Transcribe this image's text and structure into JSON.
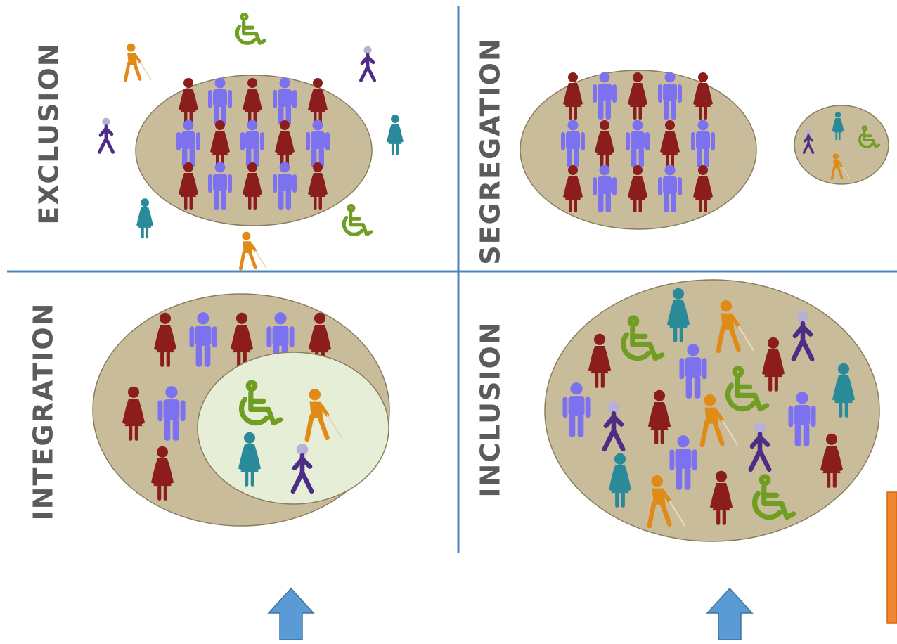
{
  "quadrants": {
    "exclusion": {
      "label": "EXCLUSION"
    },
    "segregation": {
      "label": "SEGREGATION"
    },
    "integration": {
      "label": "INTEGRATION"
    },
    "inclusion": {
      "label": "INCLUSION"
    }
  },
  "colors": {
    "outer_circle": "#c8bc9b",
    "inner_circle": "#e6eed7",
    "divider": "#4f86b9",
    "woman": "#8c1d1d",
    "man": "#7c72f0",
    "wheelchair": "#6f9e23",
    "blind": "#e08a17",
    "teal": "#2a8a99",
    "walker": "#4d2d86",
    "arrow": "#5b9bd5",
    "orange_bar": "#ef8630",
    "label": "#5b5b5b"
  },
  "icons": [
    "woman-icon",
    "man-icon",
    "wheelchair-icon",
    "blind-person-icon",
    "teal-woman-icon",
    "walking-person-icon",
    "up-arrow-icon"
  ]
}
